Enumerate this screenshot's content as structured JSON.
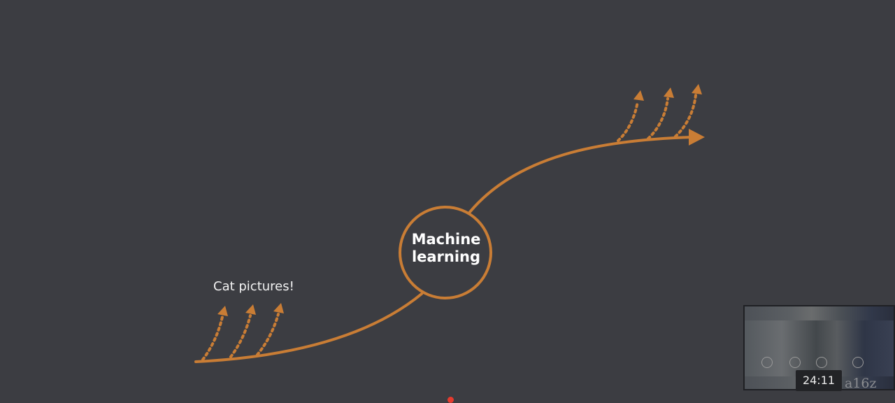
{
  "diagram": {
    "center_node": {
      "line1": "Machine",
      "line2": "learning"
    },
    "annotation": "Cat pictures!"
  },
  "video": {
    "timestamp": "24:11",
    "watermark": "a16z"
  },
  "colors": {
    "background": "#3c3d42",
    "accent": "#c97d35",
    "text": "#ffffff"
  }
}
